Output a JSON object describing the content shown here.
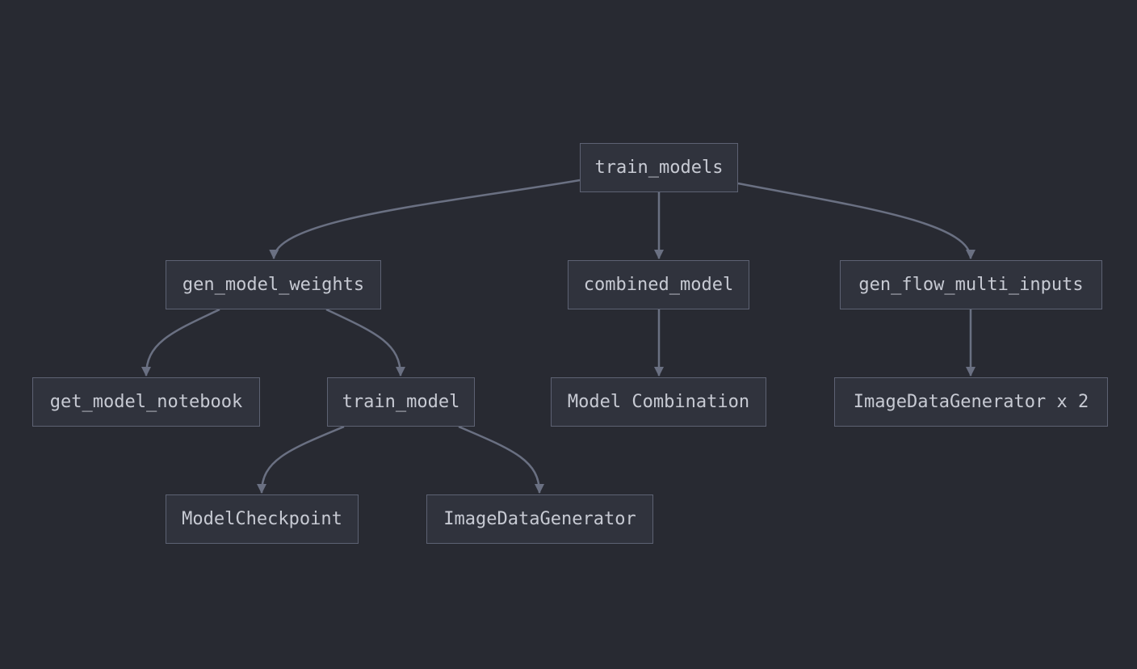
{
  "diagram": {
    "type": "tree",
    "colors": {
      "background": "#282a32",
      "node_fill": "#30333d",
      "node_border": "#5d6273",
      "node_text": "#c7cad3",
      "edge": "#6a7082"
    },
    "nodes": {
      "train_models": "train_models",
      "gen_model_weights": "gen_model_weights",
      "combined_model": "combined_model",
      "gen_flow_multi_inputs": "gen_flow_multi_inputs",
      "get_model_notebook": "get_model_notebook",
      "train_model": "train_model",
      "model_combination": "Model Combination",
      "image_data_generator_x2": "ImageDataGenerator x 2",
      "model_checkpoint": "ModelCheckpoint",
      "image_data_generator": "ImageDataGenerator"
    },
    "edges": [
      {
        "from": "train_models",
        "to": "gen_model_weights"
      },
      {
        "from": "train_models",
        "to": "combined_model"
      },
      {
        "from": "train_models",
        "to": "gen_flow_multi_inputs"
      },
      {
        "from": "gen_model_weights",
        "to": "get_model_notebook"
      },
      {
        "from": "gen_model_weights",
        "to": "train_model"
      },
      {
        "from": "combined_model",
        "to": "model_combination"
      },
      {
        "from": "gen_flow_multi_inputs",
        "to": "image_data_generator_x2"
      },
      {
        "from": "train_model",
        "to": "model_checkpoint"
      },
      {
        "from": "train_model",
        "to": "image_data_generator"
      }
    ]
  }
}
